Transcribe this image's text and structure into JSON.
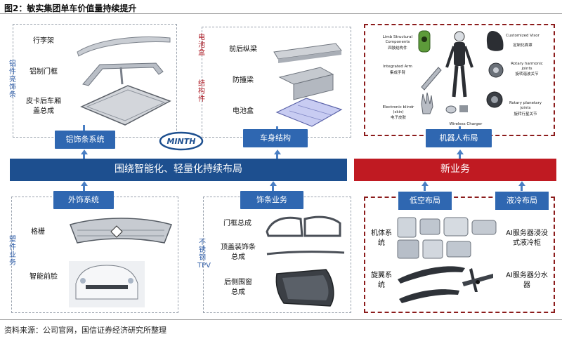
{
  "title": "图2：敏实集团单车价值量持续提升",
  "source": "资料来源：公司官网，国信证券经济研究所整理",
  "logo_text": "MINTH",
  "colors": {
    "blue_bar": "#1d4f8f",
    "red_bar": "#c01a22",
    "blue_button": "#2f67b1",
    "red_dash": "#8c1c1c"
  },
  "central": {
    "left_bar": "围绕智能化、轻量化持续布局",
    "right_bar": "新业务"
  },
  "aluminum": {
    "side_label": "铝件 亮饰条",
    "items": [
      "行李架",
      "铝制门框",
      "皮卡后车厢盖总成"
    ],
    "button": "铝饰条系统"
  },
  "body_structure": {
    "side_label_1": "电池盒",
    "side_label_2": "结构件",
    "items": [
      "前后纵梁",
      "防撞梁",
      "电池盒"
    ],
    "button": "车身结构"
  },
  "robot": {
    "button": "机器人布局",
    "callouts": [
      {
        "en": "Limb Structural Components",
        "cn": "四肢结构件"
      },
      {
        "en": "Integrated Arm",
        "cn": "集成手臂"
      },
      {
        "en": "Electronic blindr (skin)",
        "cn": "电子皮肤"
      },
      {
        "en": "Wireless Charger",
        "cn": ""
      },
      {
        "en": "Customized Visor",
        "cn": "定制化面罩"
      },
      {
        "en": "Rotary harmonic joints",
        "cn": "旋转谐波关节"
      },
      {
        "en": "Rotary planetary joints",
        "cn": "旋转行星关节"
      }
    ]
  },
  "exterior": {
    "button": "外饰系统",
    "side_label": "塑件业务",
    "items": [
      "格栅",
      "智能前脸"
    ]
  },
  "trim": {
    "button": "饰条业务",
    "side_label": "不锈钢 TPV",
    "items": [
      "门框总成",
      "顶盖装饰条总成",
      "后侧围窗总成"
    ]
  },
  "new_business": {
    "button_lowalt": "低空布局",
    "button_cooling": "液冷布局",
    "left_items": [
      "机体系统",
      "旋翼系统"
    ],
    "right_items": [
      "AI服务器浸没式液冷柜",
      "AI服务器分水器"
    ]
  }
}
